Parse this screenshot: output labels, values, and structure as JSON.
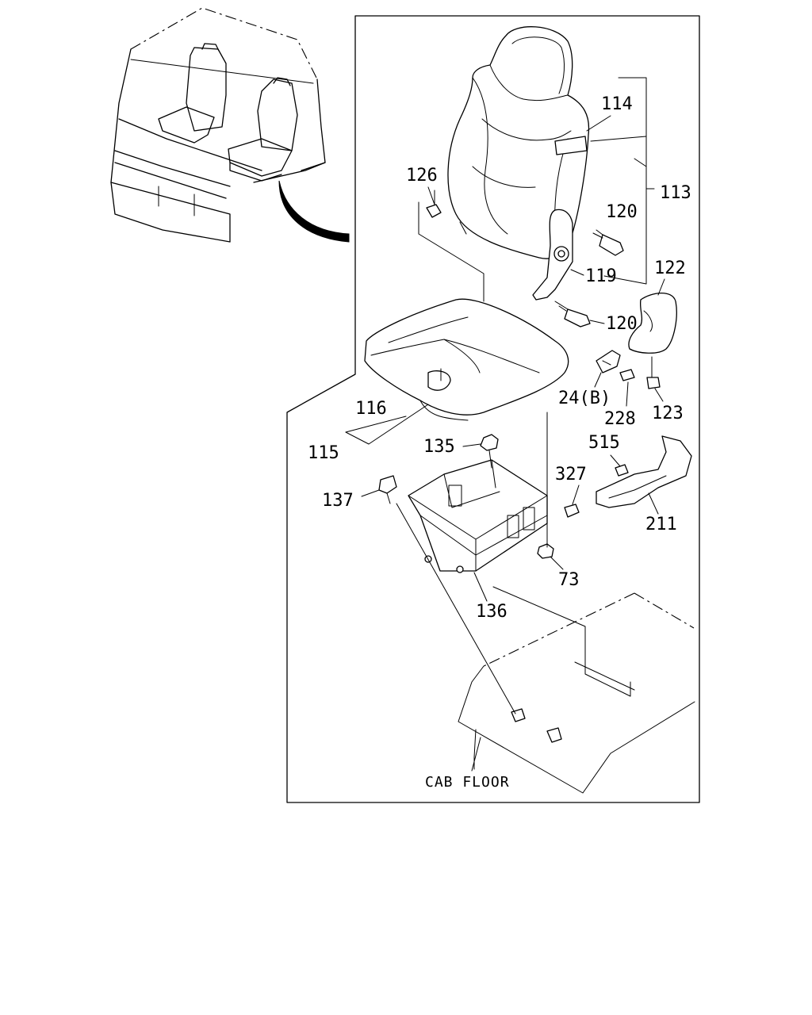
{
  "labels": {
    "p114": "114",
    "p126": "126",
    "p113": "113",
    "p120a": "120",
    "p119": "119",
    "p120b": "120",
    "p122": "122",
    "p116": "116",
    "p24b": "24(B)",
    "p228": "228",
    "p123": "123",
    "p115": "115",
    "p135": "135",
    "p515": "515",
    "p137": "137",
    "p327": "327",
    "p211": "211",
    "p73": "73",
    "p136": "136",
    "cab_floor": "CAB FLOOR"
  }
}
